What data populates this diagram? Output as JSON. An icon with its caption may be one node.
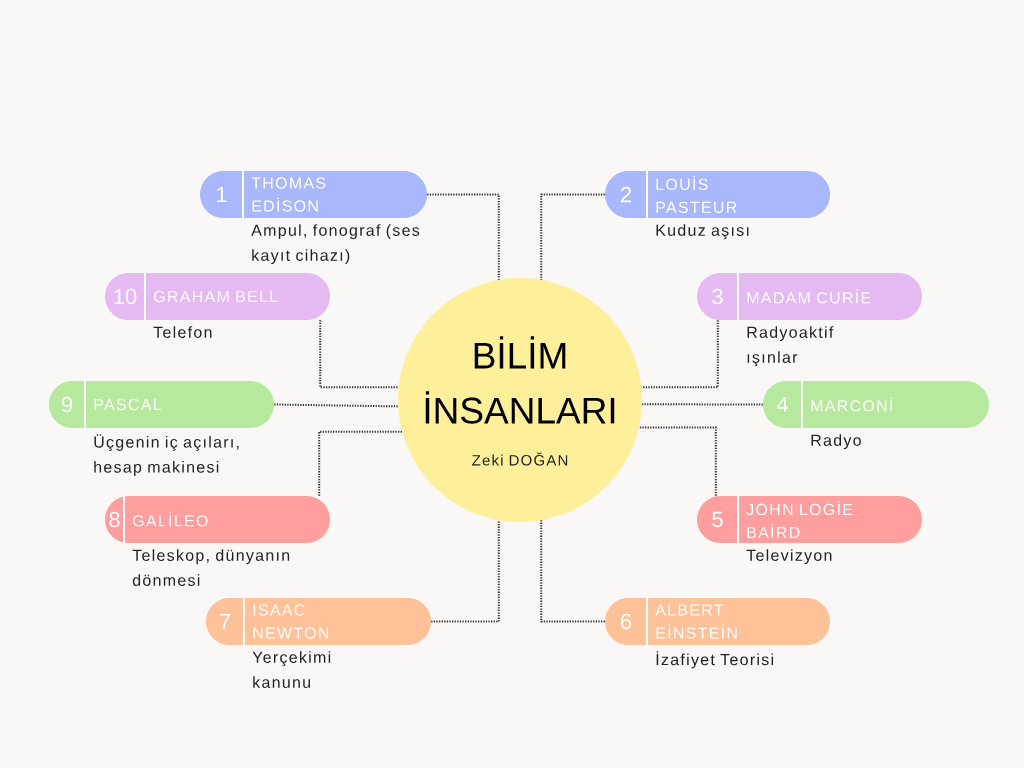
{
  "diagram": {
    "nodes": [
      {
        "text": [
          "BİLİM İNSANLARI",
          "Zeki DOĞAN"
        ]
      },
      {
        "text": [
          "1",
          "THOMAS EDİSON"
        ],
        "beside": [
          "Ampul, fonograf (ses kayıt cihazı)"
        ]
      },
      {
        "text": [
          "2",
          "LOUİS PASTEUR"
        ],
        "beside": [
          "Kuduz aşısı"
        ]
      },
      {
        "text": [
          "3",
          "MADAM CURİE"
        ],
        "beside": [
          "Radyoaktif ışınlar"
        ]
      },
      {
        "text": [
          "4",
          "MARCONİ"
        ],
        "beside": [
          "Radyo"
        ]
      },
      {
        "text": [
          "5",
          "JOHN LOGİE BAİRD"
        ],
        "beside": [
          "Televizyon"
        ]
      },
      {
        "text": [
          "6",
          "ALBERT EİNSTEİN"
        ],
        "beside": [
          "İzafiyet Teorisi"
        ]
      },
      {
        "text": [
          "7",
          "ISAAC NEWTON"
        ],
        "beside": [
          "Yerçekimi kanunu"
        ]
      },
      {
        "text": [
          "8",
          "GALİLEO"
        ],
        "beside": [
          "Teleskop, dünyanın dönmesi"
        ]
      },
      {
        "text": [
          "9",
          "PASCAL"
        ],
        "beside": [
          "Üçgenin iç açıları, hesap makinesi"
        ]
      },
      {
        "text": [
          "10",
          "GRAHAM BELL"
        ],
        "beside": [
          "Telefon"
        ]
      }
    ],
    "edges": [
      {
        "from": 1,
        "to": 0,
        "arrow": "none"
      },
      {
        "from": 2,
        "to": 0,
        "arrow": "none"
      },
      {
        "from": 3,
        "to": 0,
        "arrow": "none"
      },
      {
        "from": 4,
        "to": 0,
        "arrow": "none"
      },
      {
        "from": 5,
        "to": 0,
        "arrow": "none"
      },
      {
        "from": 6,
        "to": 0,
        "arrow": "none"
      },
      {
        "from": 7,
        "to": 0,
        "arrow": "none"
      },
      {
        "from": 8,
        "to": 0,
        "arrow": "none"
      },
      {
        "from": 9,
        "to": 0,
        "arrow": "none"
      },
      {
        "from": 10,
        "to": 0,
        "arrow": "none"
      }
    ]
  }
}
